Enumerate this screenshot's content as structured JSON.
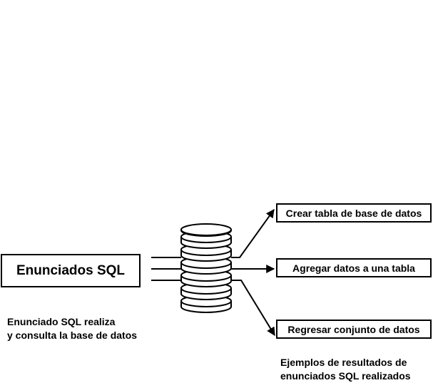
{
  "input": {
    "label": "Enunciados SQL"
  },
  "outputs": [
    {
      "label": "Crear tabla de base de datos"
    },
    {
      "label": "Agregar datos a una tabla"
    },
    {
      "label": "Regresar conjunto de datos"
    }
  ],
  "captions": {
    "left": [
      "Enunciado SQL realiza",
      "y consulta la base de datos"
    ],
    "right": [
      "Ejemplos de resultados de",
      "enunciados SQL realizados"
    ]
  },
  "icons": {
    "database": "database-stack-icon"
  }
}
